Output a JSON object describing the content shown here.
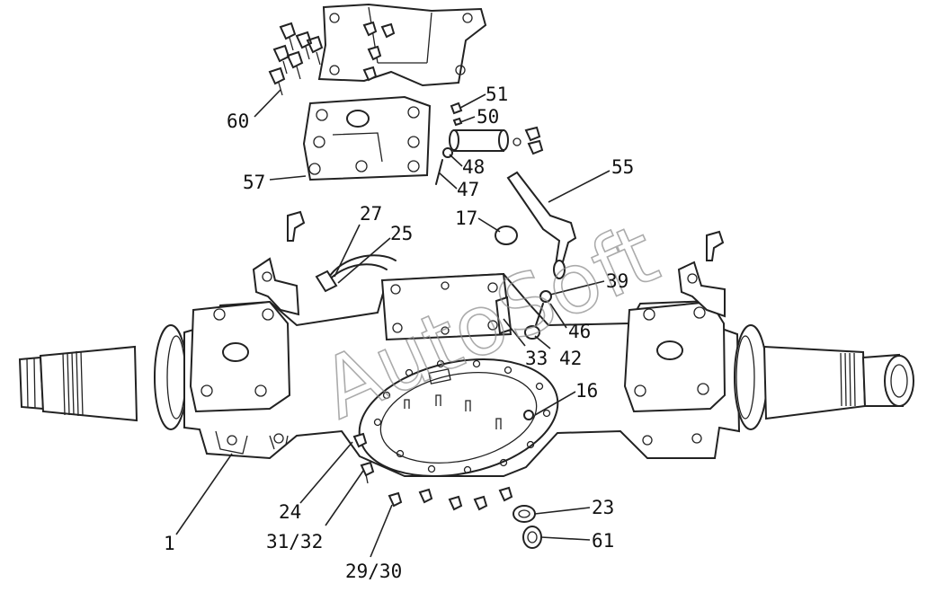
{
  "watermark": "AutoSoft",
  "labels": {
    "l60": "60",
    "l57": "57",
    "l51": "51",
    "l50": "50",
    "l48": "48",
    "l47": "47",
    "l55": "55",
    "l27": "27",
    "l25": "25",
    "l17": "17",
    "l39": "39",
    "l46": "46",
    "l33": "33",
    "l42": "42",
    "l16": "16",
    "l1": "1",
    "l24": "24",
    "l3132": "31/32",
    "l2930": "29/30",
    "l23": "23",
    "l61": "61"
  }
}
